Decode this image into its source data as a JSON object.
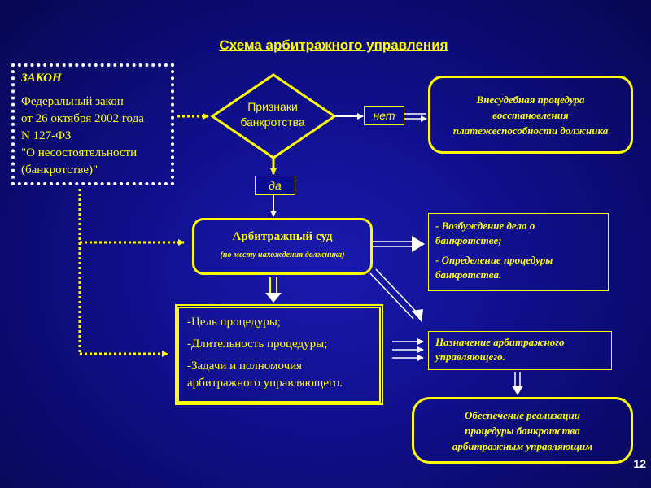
{
  "title": "Схема арбитражного управления",
  "law": {
    "heading": "ЗАКОН",
    "lines": [
      "Федеральный закон",
      "от 26 октября 2002 года",
      "N 127-ФЗ",
      "\"О несостоятельности",
      "(банкротстве)\""
    ]
  },
  "decision": {
    "lines": [
      "Признаки",
      "банкротства"
    ],
    "no_label": "нет",
    "yes_label": "да"
  },
  "out_of_court": {
    "lines": [
      "Внесудебная процедура",
      "восстановления",
      "платежеспособности должника"
    ]
  },
  "court": {
    "title": "Арбитражный суд",
    "subtitle": "(по месту нахождения должника)"
  },
  "court_actions": {
    "items": [
      "- Возбуждение дела о банкротстве;",
      "- Определение процедуры банкротства."
    ]
  },
  "procedure_goals": {
    "items": [
      "-Цель процедуры;",
      "-Длительность процедуры;",
      "-Задачи и полномочия арбитражного управляющего."
    ]
  },
  "appointment": {
    "text": "Назначение арбитражного управляющего."
  },
  "implementation": {
    "lines": [
      "Обеспечение реализации",
      "процедуры банкротства",
      "арбитражным управляющим"
    ]
  },
  "page_number": "12",
  "colors": {
    "accent": "#ffff00",
    "connector": "#ffffff",
    "background": "#0f0f8a"
  }
}
